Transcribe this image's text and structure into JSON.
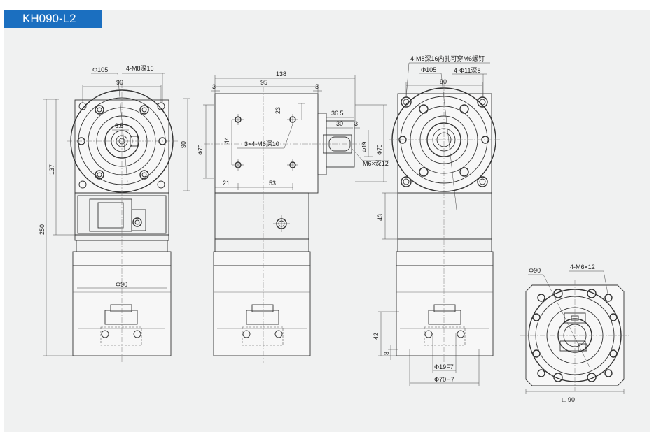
{
  "title": "KH090-L2",
  "dims": {
    "d_phi105_a": "Φ105",
    "d_4m8_16": "4-M8深16",
    "d_90_a": "90",
    "d_137": "137",
    "d_250": "250",
    "d_90_side": "90",
    "d_phi90": "Φ90",
    "d_6_5": "6.5",
    "d_138": "138",
    "d_95": "95",
    "d_3a": "3",
    "d_3b": "3",
    "d_23": "23",
    "d_44": "44",
    "d_3x4": "3×4-M6深10",
    "d_21": "21",
    "d_53": "53",
    "d_36_5": "36.5",
    "d_30": "30",
    "d_3c": "3",
    "d_phi19": "Φ19",
    "d_phi70_a": "Φ70",
    "d_phi70_b": "Φ70",
    "d_m6x12": "M6×深12",
    "d_4m8_16b": "4-M8深16内孔可穿M6螺钉",
    "d_phi105_b": "Φ105",
    "d_4phi11": "4-Φ11深8",
    "d_90_b": "90",
    "d_43": "43",
    "d_42": "42",
    "d_8": "8",
    "d_phi19f7": "Φ19F7",
    "d_phi70h7": "Φ70H7",
    "d_phi90_b": "Φ90",
    "d_4m6x12": "4-M6×12",
    "d_sq90": "□ 90"
  }
}
